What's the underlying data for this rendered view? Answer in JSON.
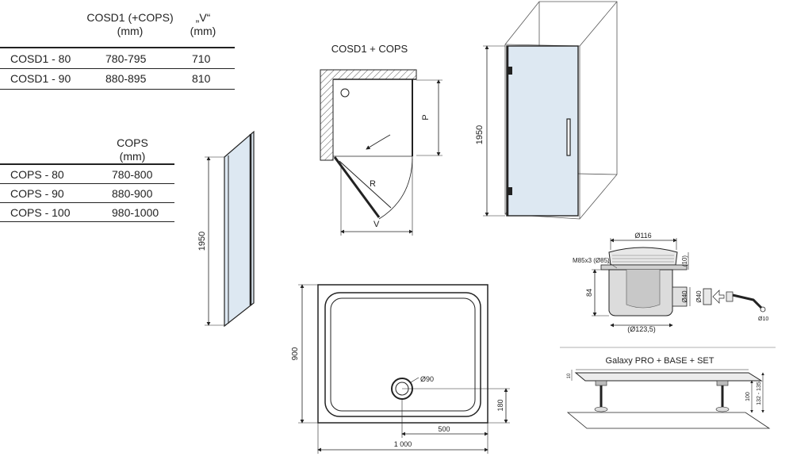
{
  "table1": {
    "headers": [
      {
        "line1": "COSD1 (+COPS)",
        "line2": "(mm)"
      },
      {
        "line1": "„V“",
        "line2": "(mm)"
      }
    ],
    "rows": [
      {
        "model": "COSD1 - 80",
        "range": "780-795",
        "v": "710"
      },
      {
        "model": "COSD1 - 90",
        "range": "880-895",
        "v": "810"
      }
    ]
  },
  "table2": {
    "headers": [
      {
        "line1": "COPS",
        "line2": "(mm)"
      }
    ],
    "rows": [
      {
        "model": "COPS - 80",
        "range": "780-800"
      },
      {
        "model": "COPS - 90",
        "range": "880-900"
      },
      {
        "model": "COPS - 100",
        "range": "980-1000"
      }
    ]
  },
  "diagrams": {
    "cops_panel": {
      "height_label": "1950"
    },
    "door_plan": {
      "title": "COSD1 + COPS",
      "p_label": "P",
      "r_label": "R",
      "v_label": "V"
    },
    "door_elevation": {
      "height_label": "1950"
    },
    "tray": {
      "height_label": "900",
      "width_label": "1 000",
      "drain_offset_label": "500",
      "drain_from_edge_label": "180",
      "drain_label": "Ø90"
    },
    "waste": {
      "top_label": "Ø116",
      "thread_label": "M85x3 (Ø85)",
      "cap_label": "(10)",
      "height_label": "84",
      "bottom_label": "(Ø123,5)",
      "outlet_label": "Ø40",
      "pipe_label": "Ø40",
      "hose_label": "Ø10"
    },
    "legs": {
      "title": "Galaxy PRO + BASE + SET",
      "top_label": "10",
      "height_label": "132 - 135",
      "sub_label": "100"
    }
  },
  "colors": {
    "glass": "#dde8f2",
    "line": "#222222",
    "hatch": "#555555"
  }
}
